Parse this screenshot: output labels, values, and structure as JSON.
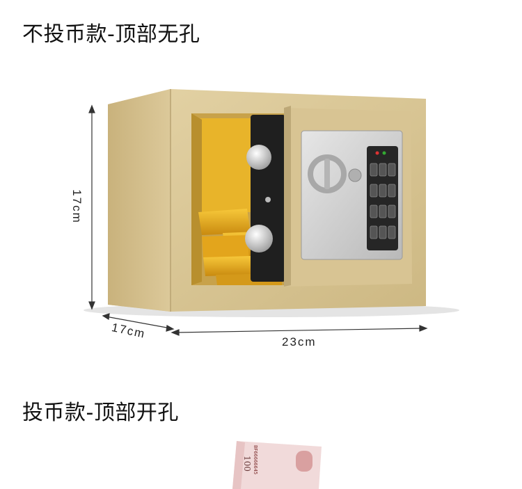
{
  "headings": {
    "top": "不投币款-顶部无孔",
    "bottom": "投币款-顶部开孔"
  },
  "dimensions": {
    "height": "17cm",
    "depth": "17cm",
    "width": "23cm"
  },
  "banknote": {
    "denomination": "100",
    "serial": "BF66666645"
  },
  "colors": {
    "safe_body": "#d9c597",
    "safe_shadow": "#b9a472",
    "gold": "#e0a91a",
    "panel": "#c9c9c9",
    "keypad": "#2a2a2a"
  }
}
